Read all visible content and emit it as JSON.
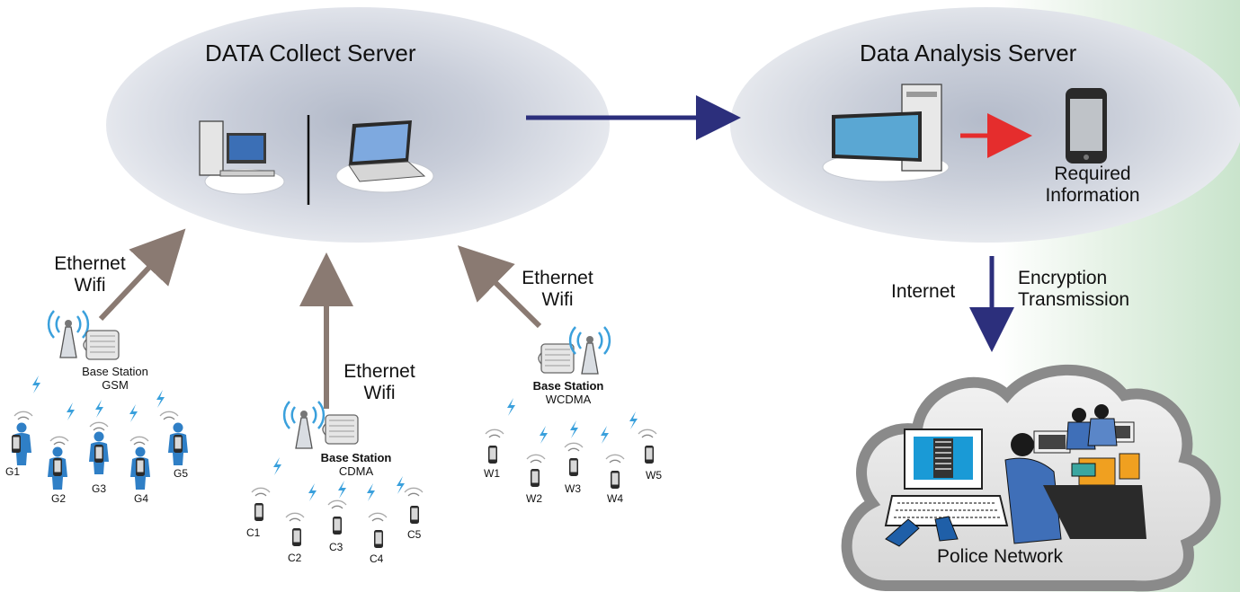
{
  "collect_server": {
    "title": "DATA Collect Server"
  },
  "analysis_server": {
    "title": "Data Analysis Server",
    "required_line1": "Required",
    "required_line2": "Information"
  },
  "links": {
    "gsm_line1": "Ethernet",
    "gsm_line2": "Wifi",
    "cdma_line1": "Ethernet",
    "cdma_line2": "Wifi",
    "wcdma_line1": "Ethernet",
    "wcdma_line2": "Wifi",
    "internet": "Internet",
    "encryption_line1": "Encryption",
    "encryption_line2": "Transmission"
  },
  "police": {
    "label": "Police Network"
  },
  "stations": {
    "gsm": {
      "label": "Base Station",
      "type": "GSM"
    },
    "cdma": {
      "label": "Base Station",
      "type": "CDMA"
    },
    "wcdma": {
      "label": "Base Station",
      "type": "WCDMA"
    }
  },
  "devices": {
    "gsm": [
      "G1",
      "G2",
      "G3",
      "G4",
      "G5"
    ],
    "cdma": [
      "C1",
      "C2",
      "C3",
      "C4",
      "C5"
    ],
    "wcdma": [
      "W1",
      "W2",
      "W3",
      "W4",
      "W5"
    ]
  },
  "colors": {
    "flow_arrow": "#2c2f7c",
    "uplink_arrow": "#8a7a72",
    "red_arrow": "#e52d2d",
    "signal": "#3aa0dc",
    "person": "#2f7fc6"
  }
}
